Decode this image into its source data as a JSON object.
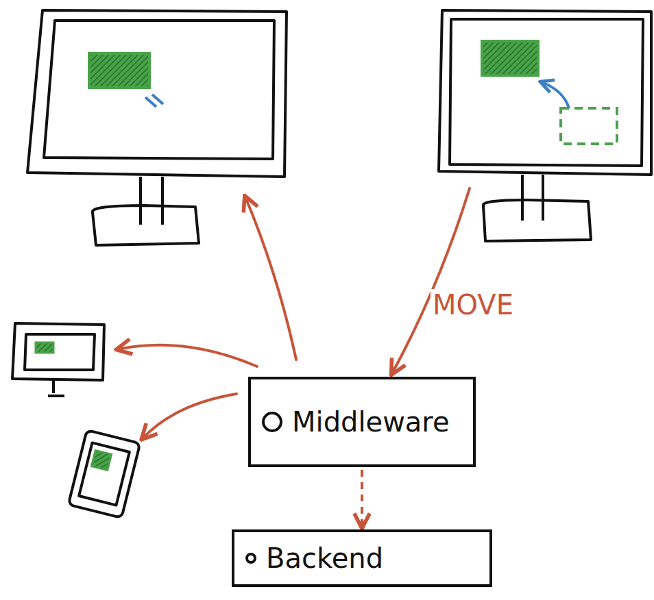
{
  "diagram": {
    "nodes": [
      {
        "text": [
          "Middleware"
        ]
      },
      {
        "text": [
          "Backend"
        ]
      }
    ],
    "edges": [
      {
        "from": 0,
        "to": 1,
        "arrow": "to"
      }
    ],
    "labels": [
      "MOVE"
    ]
  }
}
